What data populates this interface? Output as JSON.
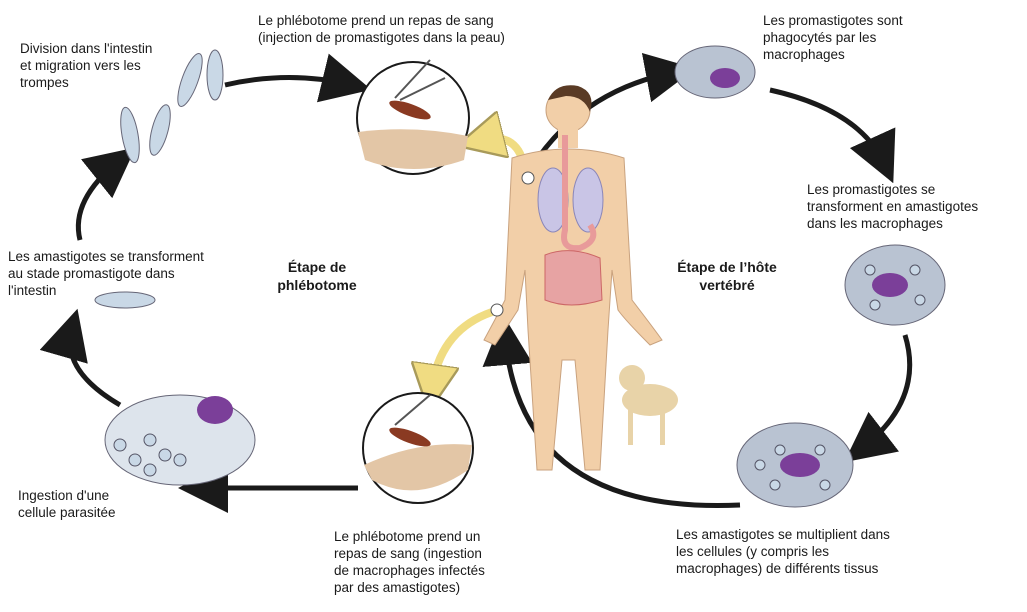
{
  "stage_labels": {
    "sandfly": "Étape de\nphlébotome",
    "vertebrate": "Étape de l’hôte\nvertébré"
  },
  "captions": {
    "blood_meal_top": "Le phlébotome prend un repas de sang\n(injection de promastigotes dans la peau)",
    "phagocytosis": "Les promastigotes sont\nphagocytés par les\nmacrophages",
    "transform_amastigote": "Les promastigotes se\ntransforment en amastigotes\ndans les macrophages",
    "multiply": "Les amastigotes se multiplient dans\nles cellules (y compris les\nmacrophages) de différents tissus",
    "blood_meal_bottom": "Le phlébotome prend un\nrepas de sang (ingestion\nde macrophages infectés\npar des amastigotes)",
    "ingestion": "Ingestion d'une\ncellule parasitée",
    "transform_promastigote": "Les amastigotes se transforment\nau stade promastigote dans\nl'intestin",
    "division": "Division dans l'intestin\net migration vers les\ntrompes"
  },
  "colors": {
    "arrow": "#1a1a1a",
    "yellow_arrow": "#f0dc82",
    "skin": "#f2cfa8",
    "macrophage": "#b9c3d2",
    "nucleus": "#7b3f99",
    "parasite": "#c9d8e6"
  },
  "icons": [
    "sandfly-icon",
    "human-body-icon",
    "dog-icon",
    "macrophage-icon",
    "promastigote-icon",
    "amastigote-icon"
  ]
}
